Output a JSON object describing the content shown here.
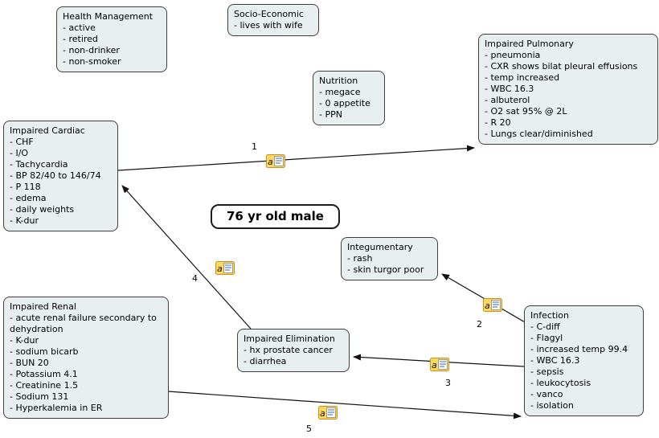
{
  "center_node": {
    "label": "76 yr old male"
  },
  "nodes": {
    "health_management": {
      "title": "Health Management",
      "items": [
        "- active",
        "- retired",
        "- non-drinker",
        "- non-smoker"
      ]
    },
    "socio_economic": {
      "title": "Socio-Economic",
      "items": [
        "- lives with wife"
      ]
    },
    "nutrition": {
      "title": "Nutrition",
      "items": [
        "- megace",
        "- 0 appetite",
        "- PPN"
      ]
    },
    "impaired_pulmonary": {
      "title": "Impaired Pulmonary",
      "items": [
        "- pneumonia",
        "- CXR shows bilat pleural effusions",
        "- temp increased",
        "- WBC 16.3",
        "- albuterol",
        "- O2 sat 95% @ 2L",
        "- R 20",
        "- Lungs clear/diminished"
      ]
    },
    "impaired_cardiac": {
      "title": "Impaired Cardiac",
      "items": [
        "- CHF",
        "- I/O",
        "- Tachycardia",
        "- BP 82/40 to 146/74",
        "- P 118",
        "- edema",
        "- daily weights",
        "- K-dur"
      ]
    },
    "integumentary": {
      "title": "Integumentary",
      "items": [
        "- rash",
        "- skin turgor poor"
      ]
    },
    "impaired_renal": {
      "title": "Impaired Renal",
      "items": [
        "- acute renal failure secondary to dehydration",
        "- K-dur",
        "- sodium bicarb",
        "- BUN 20",
        "- Potassium 4.1",
        "- Creatinine 1.5",
        "- Sodium 131",
        "- Hyperkalemia in ER"
      ]
    },
    "impaired_elimination": {
      "title": "Impaired Elimination",
      "items": [
        "- hx prostate cancer",
        "- diarrhea"
      ]
    },
    "infection": {
      "title": "Infection",
      "items": [
        "- C-diff",
        "- Flagyl",
        "- increased temp 99.4",
        "- WBC 16.3",
        "- sepsis",
        "- leukocytosis",
        "- vanco",
        "- isolation"
      ]
    }
  },
  "links": {
    "l1": {
      "label": "1"
    },
    "l2": {
      "label": "2"
    },
    "l3": {
      "label": "3"
    },
    "l4": {
      "label": "4"
    },
    "l5": {
      "label": "5"
    }
  },
  "icons": {
    "annotation_letter": "a"
  },
  "colors": {
    "node_fill": "#e8eff1",
    "node_border": "#3f3f3f",
    "line_color": "#111111",
    "icon_fill": "#ffd95e",
    "icon_border": "#c8901a"
  }
}
